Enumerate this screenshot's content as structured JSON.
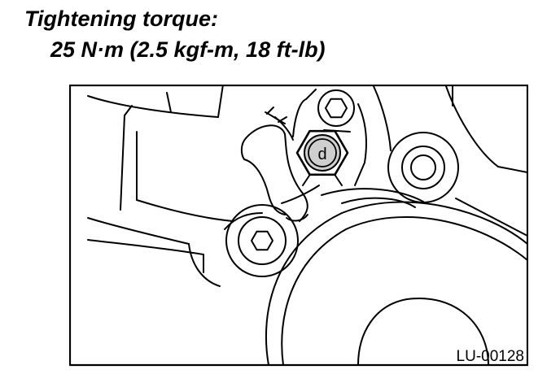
{
  "spec": {
    "heading": "Tightening torque:",
    "value": "25 N·m (2.5 kgf-m, 18 ft-lb)"
  },
  "figure": {
    "marker_label": "d",
    "figure_id": "LU-00128"
  }
}
